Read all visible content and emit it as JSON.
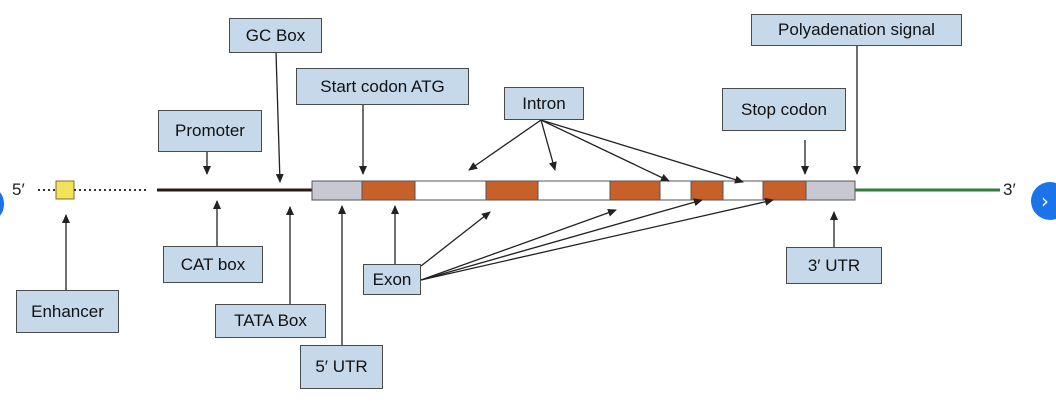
{
  "labels": {
    "gc_box": "GC Box",
    "polyadenylation_signal": "Polyadenation signal",
    "start_codon": "Start codon ATG",
    "intron": "Intron",
    "stop_codon": "Stop codon",
    "promoter": "Promoter",
    "cat_box": "CAT box",
    "exon": "Exon",
    "utr3": "3′ UTR",
    "enhancer": "Enhancer",
    "tata_box": "TATA Box",
    "utr5": "5′ UTR"
  },
  "ends": {
    "five_prime": "5′",
    "three_prime": "3′"
  },
  "colors": {
    "label_fill": "#c5d9ea",
    "exon": "#c8602a",
    "utr": "#c8c8d2",
    "enhancer": "#f3e25a",
    "three_prime_line": "#2e7d3a",
    "promoter_line": "#2a1a14"
  },
  "icons": {
    "next": "chevron-right-icon"
  }
}
